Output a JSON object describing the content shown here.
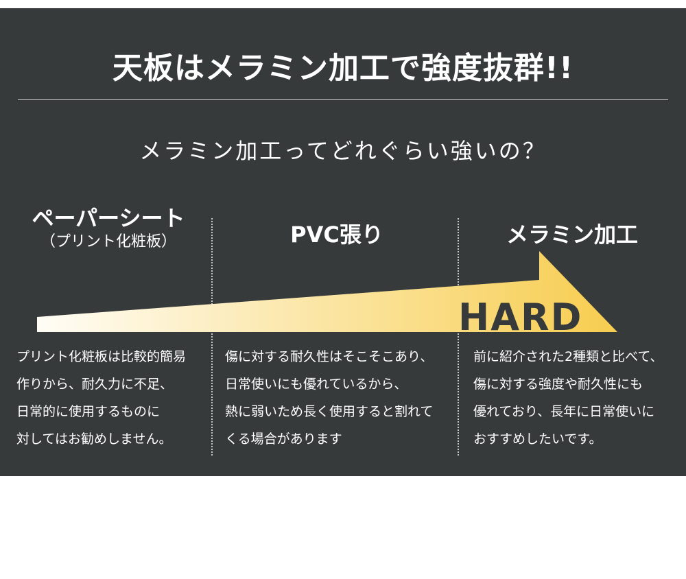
{
  "headline": "天板はメラミン加工で強度抜群!!",
  "subheadline": "メラミン加工ってどれぐらい強いの？",
  "columns": [
    {
      "title": "ペーパーシート",
      "subtitle": "（プリント化粧板）",
      "description": [
        "プリント化粧板は比較的簡易",
        "作りから、耐久力に不足、",
        "日常的に使用するものに",
        "対してはお勧めしません。"
      ]
    },
    {
      "title": "PVC張り",
      "description": [
        "傷に対する耐久性はそこそこあり、",
        "日常使いにも優れているから、",
        "熱に弱いため長く使用すると割れて",
        "くる場合があります"
      ]
    },
    {
      "title": "メラミン加工",
      "description": [
        "前に紹介された2種類と比べて、",
        "傷に対する強度や耐久性にも",
        "優れており、長年に日常使いに",
        "おすすめしたいです。"
      ]
    }
  ],
  "scale_label": "HARD",
  "colors": {
    "panel_background": "#363a3b",
    "text": "#ffffff",
    "gradient_start": "#fffdf6",
    "gradient_end": "#f7cd4f",
    "hard_text": "#363a3b"
  }
}
